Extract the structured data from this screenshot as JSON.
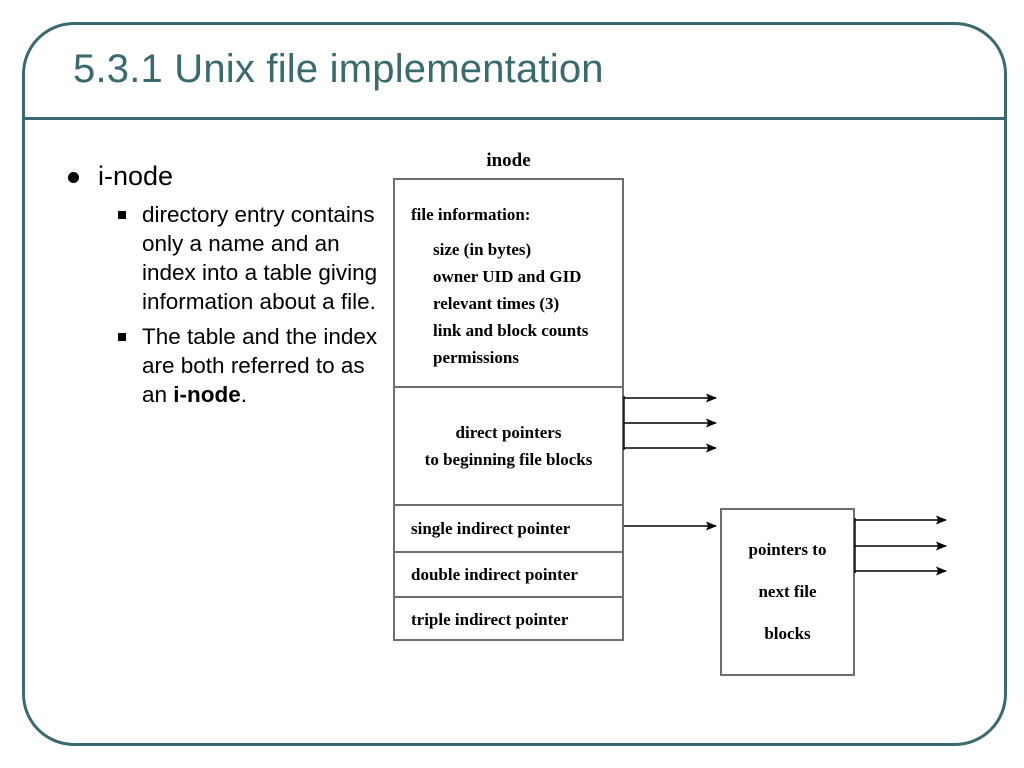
{
  "slide": {
    "title": "5.3.1 Unix file implementation",
    "frame_color": "#396a6e",
    "background": "#ffffff"
  },
  "bullets": {
    "level1": "i-node",
    "level2": [
      {
        "text": "directory entry contains only a name and an index into a table giving information about a file."
      },
      {
        "prefix": "The table and the index are both referred to as an ",
        "emphasis": "i-node",
        "suffix": "."
      }
    ]
  },
  "diagram": {
    "caption": "inode",
    "box_border_color": "#6e6e6e",
    "sections": {
      "file_information": {
        "heading": "file information:",
        "items": [
          "size (in bytes)",
          "owner UID and GID",
          "relevant times (3)",
          "link and block counts",
          "permissions"
        ]
      },
      "direct_pointers": {
        "line1": "direct pointers",
        "line2": "to beginning file blocks",
        "arrow_count": 3
      },
      "single_indirect": {
        "label": "single indirect pointer",
        "arrow_count": 1
      },
      "double_indirect": {
        "label": "double indirect pointer",
        "arrow_count": 0
      },
      "triple_indirect": {
        "label": "triple indirect pointer",
        "arrow_count": 0
      }
    },
    "blocks_box": {
      "line1": "pointers to",
      "line2": "next file",
      "line3": "blocks",
      "arrow_count": 3
    }
  }
}
